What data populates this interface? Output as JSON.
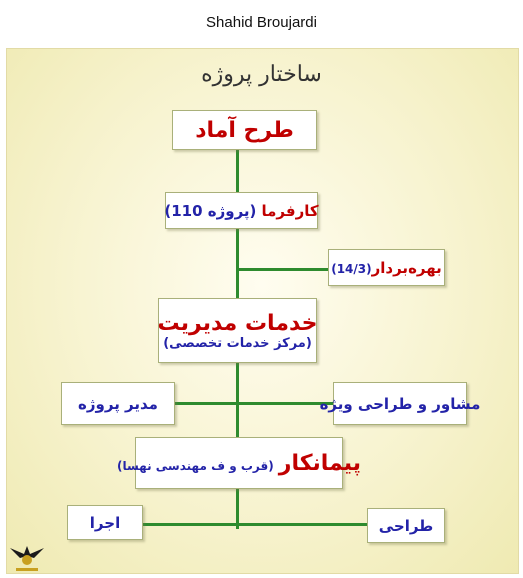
{
  "header": {
    "author": "Shahid Broujardi"
  },
  "slide": {
    "title": "ساختار پروژه"
  },
  "org": {
    "plan": "طرح آماد",
    "employer": {
      "name": "کارفرما",
      "detail": "(پروژه 110)"
    },
    "operator": {
      "name": "بهره‌بردار",
      "detail": "(14/3)"
    },
    "management": {
      "name": "خدمات مدیریت",
      "detail": "(مرکز خدمات تخصصی)"
    },
    "project_manager": "مدیر پروژه",
    "consultant": "مشاور و طراحی ویژه",
    "contractor": {
      "name": "پیمانکار",
      "detail": "(قرب و ف مهندسی نهسا)"
    },
    "execution": "اجرا",
    "design": "طراحی"
  },
  "colors": {
    "line": "#2e8b2e",
    "primary_text": "#c00000",
    "secondary_text": "#2323a8",
    "background": "#f7f3cf"
  },
  "icons": {
    "logo": "eagle-emblem-icon"
  }
}
